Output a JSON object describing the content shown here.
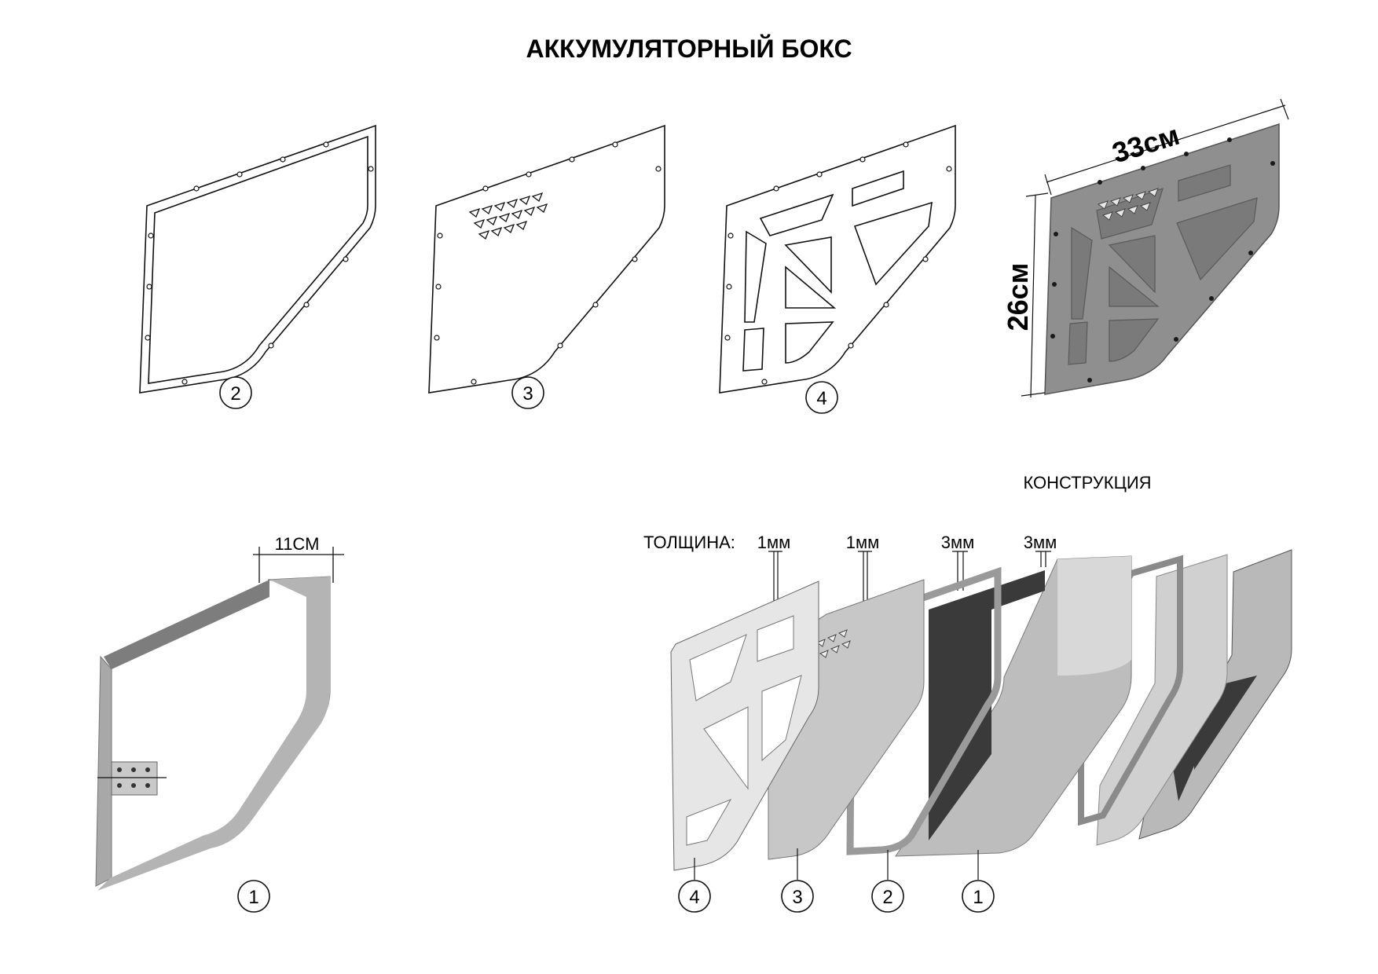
{
  "title": "АККУМУЛЯТОРНЫЙ БОКС",
  "section_label": "КОНСТРУКЦИЯ",
  "thickness": {
    "label": "ТОЛЩИНА:",
    "values": [
      "1мм",
      "1мм",
      "3мм",
      "3мм"
    ]
  },
  "dimensions": {
    "length": "33см",
    "height": "26см",
    "frame_width": "11СМ"
  },
  "parts": {
    "frame": "1",
    "gasket": "2",
    "cover": "3",
    "grid": "4"
  },
  "assembly_callouts": [
    "4",
    "3",
    "2",
    "1"
  ],
  "colors": {
    "line": "#111111",
    "metal_light": "#d9d9d9",
    "metal_mid": "#a9a9a9",
    "metal_dark": "#3a3a3a",
    "panel_render": "#8f8f8f"
  }
}
